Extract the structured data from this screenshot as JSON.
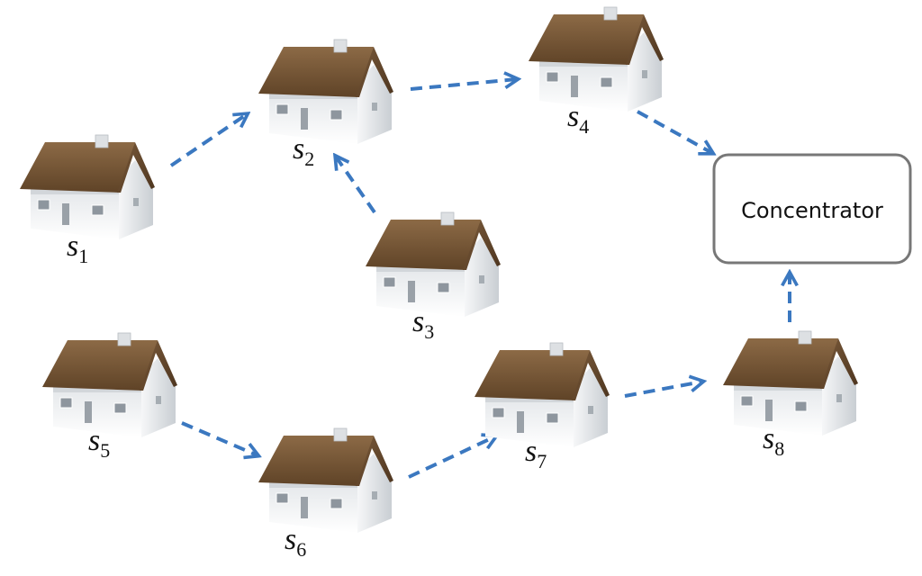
{
  "diagram": {
    "nodes": [
      {
        "id": "s1",
        "letter": "s",
        "index": "1"
      },
      {
        "id": "s2",
        "letter": "s",
        "index": "2"
      },
      {
        "id": "s3",
        "letter": "s",
        "index": "3"
      },
      {
        "id": "s4",
        "letter": "s",
        "index": "4"
      },
      {
        "id": "s5",
        "letter": "s",
        "index": "5"
      },
      {
        "id": "s6",
        "letter": "s",
        "index": "6"
      },
      {
        "id": "s7",
        "letter": "s",
        "index": "7"
      },
      {
        "id": "s8",
        "letter": "s",
        "index": "8"
      }
    ],
    "concentrator": {
      "label": "Concentrator"
    },
    "edges": [
      {
        "from": "s1",
        "to": "s2"
      },
      {
        "from": "s3",
        "to": "s2"
      },
      {
        "from": "s2",
        "to": "s4"
      },
      {
        "from": "s4",
        "to": "concentrator"
      },
      {
        "from": "s5",
        "to": "s6"
      },
      {
        "from": "s6",
        "to": "s7"
      },
      {
        "from": "s7",
        "to": "s8"
      },
      {
        "from": "s8",
        "to": "concentrator"
      }
    ],
    "icons": {
      "node": "house-icon"
    },
    "colors": {
      "arrow": "#3b78c0",
      "roof": "#7a5a3a",
      "wall": "#eef0f2",
      "concentrator_border": "#777777"
    }
  }
}
